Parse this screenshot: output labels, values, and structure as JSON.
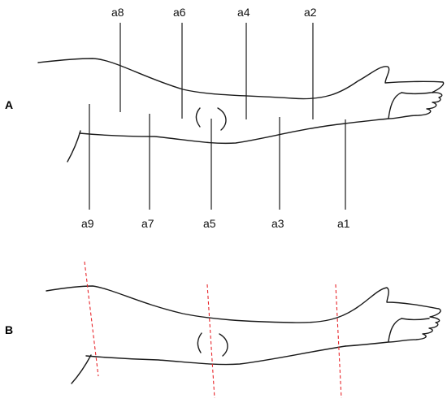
{
  "panels": {
    "A": {
      "label": "A",
      "points_top": [
        "a8",
        "a6",
        "a4",
        "a2"
      ],
      "points_bottom": [
        "a9",
        "a7",
        "a5",
        "a3",
        "a1"
      ]
    },
    "B": {
      "label": "B"
    }
  },
  "colors": {
    "outline": "#1a1a1a",
    "cut_line": "#e8262b"
  }
}
